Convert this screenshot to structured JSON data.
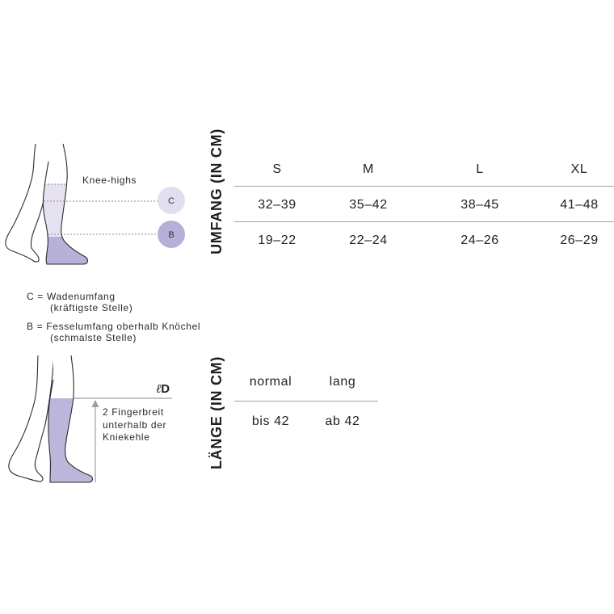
{
  "knee_highs_figure": {
    "label": "Knee-highs",
    "marker_c": "C",
    "marker_b": "B"
  },
  "umfang_table": {
    "title": "UMFANG (IN CM)",
    "headers": [
      "S",
      "M",
      "L",
      "XL"
    ],
    "rows": [
      [
        "32–39",
        "35–42",
        "38–45",
        "41–48"
      ],
      [
        "19–22",
        "22–24",
        "24–26",
        "26–29"
      ]
    ]
  },
  "legend": [
    {
      "term": "C = Wadenumfang",
      "detail": "(kräftigste Stelle)"
    },
    {
      "term": "B = Fesselumfang oberhalb Knöchel",
      "detail": "(schmalste Stelle)"
    }
  ],
  "length_figure": {
    "measure_symbol": "ℓ",
    "measure_letter": "D",
    "note_lines": [
      "2 Fingerbreit",
      "unterhalb der",
      "Kniekehle"
    ]
  },
  "laenge_table": {
    "title": "LÄNGE (IN CM)",
    "headers": [
      "normal",
      "lang"
    ],
    "rows": [
      [
        "bis 42",
        "ab 42"
      ]
    ]
  },
  "colors": {
    "sock_light": "#e6e2f2",
    "sock_dark": "#b9b0d9",
    "sock_full": "#bdb5dc",
    "marker_c": "#e2def0",
    "marker_b": "#b8afd8"
  }
}
